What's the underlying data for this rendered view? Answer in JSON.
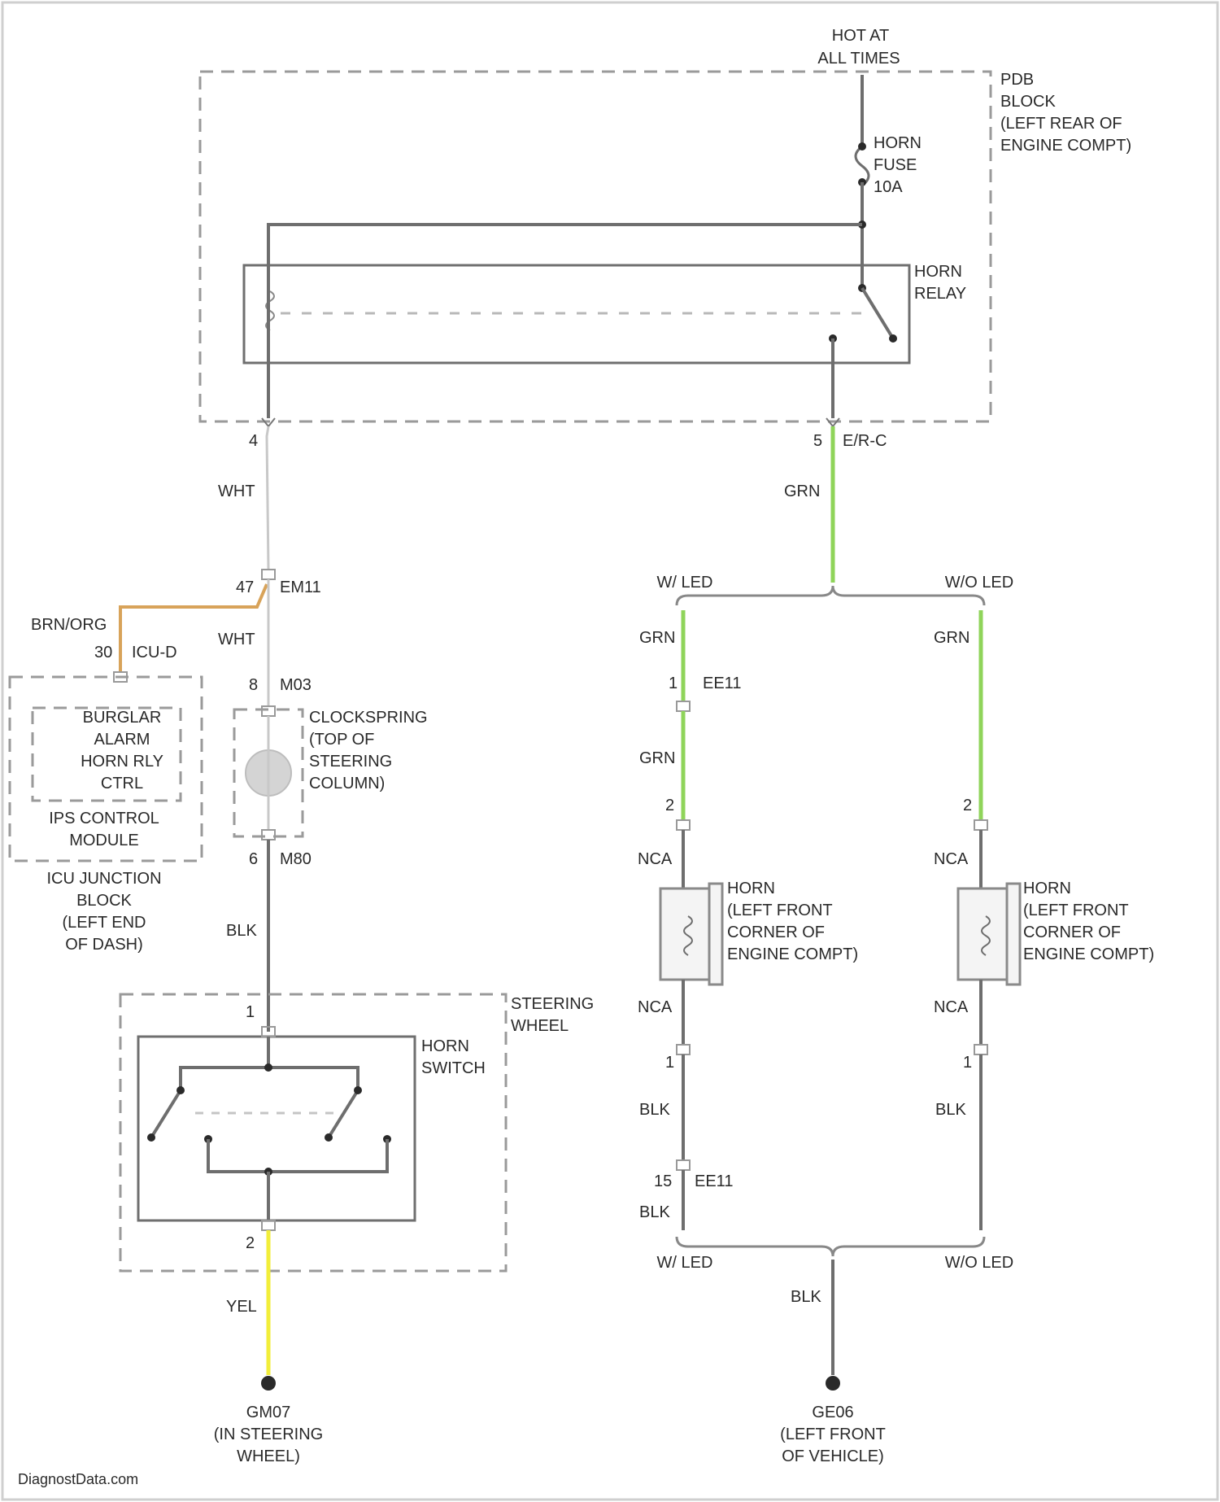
{
  "labels": {
    "hot_at": "HOT AT",
    "all_times": "ALL TIMES",
    "pdb_l1": "PDB",
    "pdb_l2": "BLOCK",
    "pdb_l3": "(LEFT REAR OF",
    "pdb_l4": "ENGINE COMPT)",
    "fuse_l1": "HORN",
    "fuse_l2": "FUSE",
    "fuse_l3": "10A",
    "relay_l1": "HORN",
    "relay_l2": "RELAY",
    "pin_4": "4",
    "pin_5": "5",
    "conn_ebc": "E/R-C",
    "wire_wht_1": "WHT",
    "wire_grn_1": "GRN",
    "pin_47": "47",
    "conn_em11": "EM11",
    "wire_brn_org": "BRN/ORG",
    "wire_wht_2": "WHT",
    "pin_30": "30",
    "conn_icud": "ICU-D",
    "pin_8": "8",
    "conn_m03": "M03",
    "icu_inner_l1": "BURGLAR",
    "icu_inner_l2": "ALARM",
    "icu_inner_l3": "HORN RLY",
    "icu_inner_l4": "CTRL",
    "icu_mod_l1": "IPS CONTROL",
    "icu_mod_l2": "MODULE",
    "icu_block_l1": "ICU JUNCTION",
    "icu_block_l2": "BLOCK",
    "icu_block_l3": "(LEFT END",
    "icu_block_l4": "OF DASH)",
    "clock_l1": "CLOCKSPRING",
    "clock_l2": "(TOP OF",
    "clock_l3": "STEERING",
    "clock_l4": "COLUMN)",
    "pin_6": "6",
    "conn_m80": "M80",
    "wire_blk_1": "BLK",
    "steer_l1": "STEERING",
    "steer_l2": "WHEEL",
    "pin_sw1": "1",
    "switch_l1": "HORN",
    "switch_l2": "SWITCH",
    "pin_sw2": "2",
    "wire_yel": "YEL",
    "gm07_l1": "GM07",
    "gm07_l2": "(IN STEERING",
    "gm07_l3": "WHEEL)",
    "w_led_top": "W/ LED",
    "wo_led_top": "W/O LED",
    "grn_l1": "GRN",
    "grn_r1": "GRN",
    "pin_1_ee11": "1",
    "conn_ee11_1": "EE11",
    "grn_l2": "GRN",
    "pin_2_l": "2",
    "pin_2_r": "2",
    "nca_l1": "NCA",
    "nca_r1": "NCA",
    "hornL_l1": "HORN",
    "hornL_l2": "(LEFT FRONT",
    "hornL_l3": "CORNER OF",
    "hornL_l4": "ENGINE COMPT)",
    "hornR_l1": "HORN",
    "hornR_l2": "(LEFT FRONT",
    "hornR_l3": "CORNER OF",
    "hornR_l4": "ENGINE COMPT)",
    "nca_l2": "NCA",
    "nca_r2": "NCA",
    "pin_1_l": "1",
    "pin_1_r": "1",
    "blk_l1": "BLK",
    "blk_r1": "BLK",
    "pin_15": "15",
    "conn_ee11_2": "EE11",
    "blk_l2": "BLK",
    "w_led_bot": "W/ LED",
    "wo_led_bot": "W/O LED",
    "blk_mid": "BLK",
    "ge06_l1": "GE06",
    "ge06_l2": "(LEFT FRONT",
    "ge06_l3": "OF VEHICLE)",
    "watermark": "DiagnostData.com"
  },
  "colors": {
    "green_wire": "#8fd45a",
    "yellow_wire": "#f2ee3a",
    "orange_wire": "#d8a35a"
  }
}
